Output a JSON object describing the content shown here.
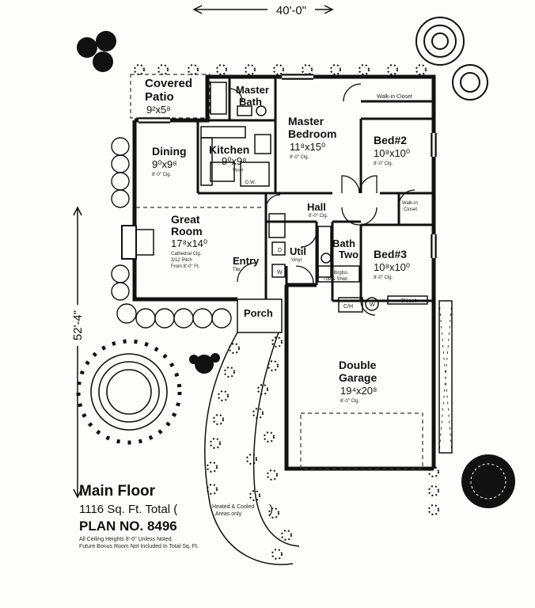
{
  "dimensions": {
    "width_label": "40'-0\"",
    "depth_label": "52'-4\""
  },
  "rooms": {
    "covered_patio": {
      "name_line1": "Covered",
      "name_line2": "Patio",
      "size": "9²x5⁸"
    },
    "master_bath": {
      "name_line1": "Master",
      "name_line2": "Bath"
    },
    "master_bedroom": {
      "name_line1": "Master",
      "name_line2": "Bedroom",
      "size": "11⁸x15⁰",
      "ceiling": "8'-0\" Clg."
    },
    "walk_in_closet_master": {
      "label": "Walk-in Closet"
    },
    "bed2": {
      "name": "Bed#2",
      "size": "10⁸x10⁰",
      "ceiling": "8'-0\" Clg."
    },
    "dining": {
      "name": "Dining",
      "size": "9⁰x9⁸",
      "ceiling": "8'-0\" Clg."
    },
    "kitchen": {
      "name": "Kitchen",
      "size": "9⁰x9⁸",
      "floor": "Vinyl",
      "dw": "D.W."
    },
    "hall": {
      "name": "Hall",
      "ceiling": "8'-0\" Clg."
    },
    "walk_in_closet_bed2": {
      "line1": "Walk-in",
      "line2": "Closet"
    },
    "great_room": {
      "name_line1": "Great",
      "name_line2": "Room",
      "size": "17⁸x14⁰",
      "note1": "Cathedral Clg.",
      "note2": "3/12 Pitch",
      "note3": "From 8'-0\" Ft."
    },
    "utility": {
      "name": "Util",
      "floor": "Vinyl"
    },
    "bath_two": {
      "name_line1": "Bath",
      "name_line2": "Two",
      "note1": "Fibrglss.",
      "note2": "Tub & Shwr."
    },
    "bed3": {
      "name": "Bed#3",
      "size": "10⁸x10⁰",
      "ceiling": "8'-0\" Clg."
    },
    "entry": {
      "name": "Entry",
      "floor": "Tile"
    },
    "porch": {
      "name": "Porch"
    },
    "double_garage": {
      "name_line1": "Double",
      "name_line2": "Garage",
      "size": "19⁴x20⁸",
      "ceiling": "8'-0\" Clg."
    },
    "closet": {
      "label": "Closet"
    },
    "ch_label": "C/H",
    "w_label": "W",
    "d_label": "D"
  },
  "legend": {
    "title": "Main Floor",
    "area": "1116 Sq. Ft. Total (",
    "area_note_line1": "Heated & Cooled",
    "area_note_line2": "Areas only",
    "area_close": ")",
    "plan_no": "PLAN NO. 8496",
    "note1": "All Ceiling Heights 8'-0\" Unless Noted.",
    "note2": "Future Bonus Room Not Included In Total Sq. Ft."
  }
}
